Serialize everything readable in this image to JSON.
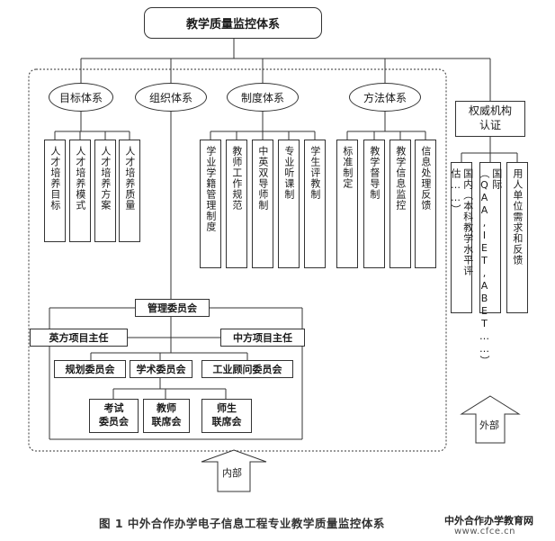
{
  "title": "教学质量监控体系",
  "categories": {
    "goal": "目标体系",
    "org": "组织体系",
    "system": "制度体系",
    "method": "方法体系"
  },
  "authority": "权威机构\n认证",
  "goal_items": [
    "人才培养目标",
    "人才培养模式",
    "人才培养方案",
    "人才培养质量"
  ],
  "system_items": [
    "学业学籍管理制度",
    "教师工作规范",
    "中英双导师制",
    "专业听课制",
    "学生评教制"
  ],
  "method_items": [
    "标准制定",
    "教学督导制",
    "教学信息监控",
    "信息处理反馈"
  ],
  "authority_items": [
    "国内（本科教学水平评估……）",
    "国际（QAA,IET,ABET……）",
    "用人单位需求和反馈"
  ],
  "committee": {
    "management": "管理委员会",
    "uk_director": "英方项目主任",
    "cn_director": "中方项目主任",
    "planning": "规划委员会",
    "academic": "学术委员会",
    "industry": "工业顾问委员会",
    "exam": "考试\n委员会",
    "teacher": "教师\n联席会",
    "student": "师生\n联席会"
  },
  "internal_label": "内部",
  "external_label": "外部",
  "caption": "图 1  中外合作办学电子信息工程专业教学质量监控体系",
  "watermark": {
    "line1": "中外合作办学教育网",
    "line2": "www.cfce.cn"
  }
}
